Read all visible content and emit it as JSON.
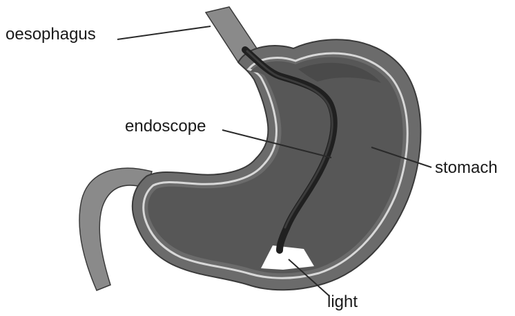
{
  "labels": {
    "oesophagus": "oesophagus",
    "endoscope": "endoscope",
    "stomach": "stomach",
    "light": "light"
  },
  "colors": {
    "outer_wall": "#6b6b6b",
    "cavity": "#575757",
    "inner_lining": "#d8d8d8",
    "endoscope": "#202020",
    "duodenum": "#8a8a8a",
    "light": "#ffffff",
    "leader_line": "#2a2a2a"
  }
}
